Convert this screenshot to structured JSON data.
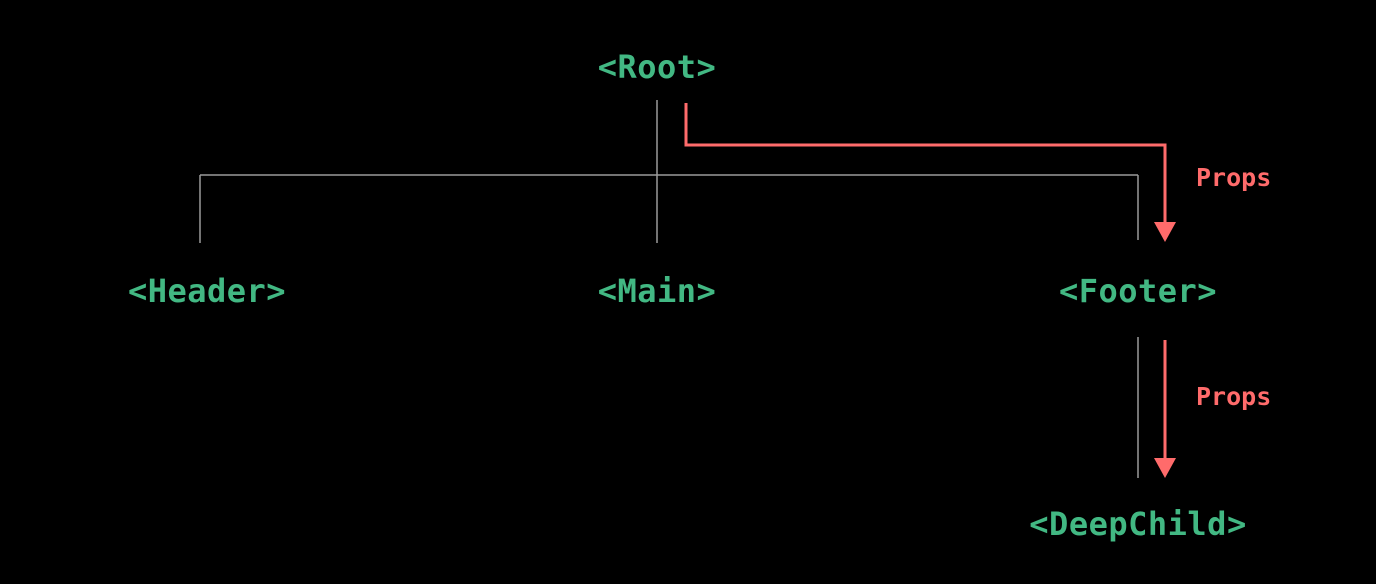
{
  "diagram": {
    "title": "component-tree-prop-drilling",
    "nodes": {
      "root": "<Root>",
      "header": "<Header>",
      "main": "<Main>",
      "footer": "<Footer>",
      "deepchild": "<DeepChild>"
    },
    "labels": {
      "props_root_to_footer": "Props",
      "props_footer_to_deepchild": "Props"
    }
  },
  "colors": {
    "background": "#000000",
    "node-green": "#42b883",
    "props-red": "#ff6b6b",
    "line-gray": "#9b9b9b"
  }
}
